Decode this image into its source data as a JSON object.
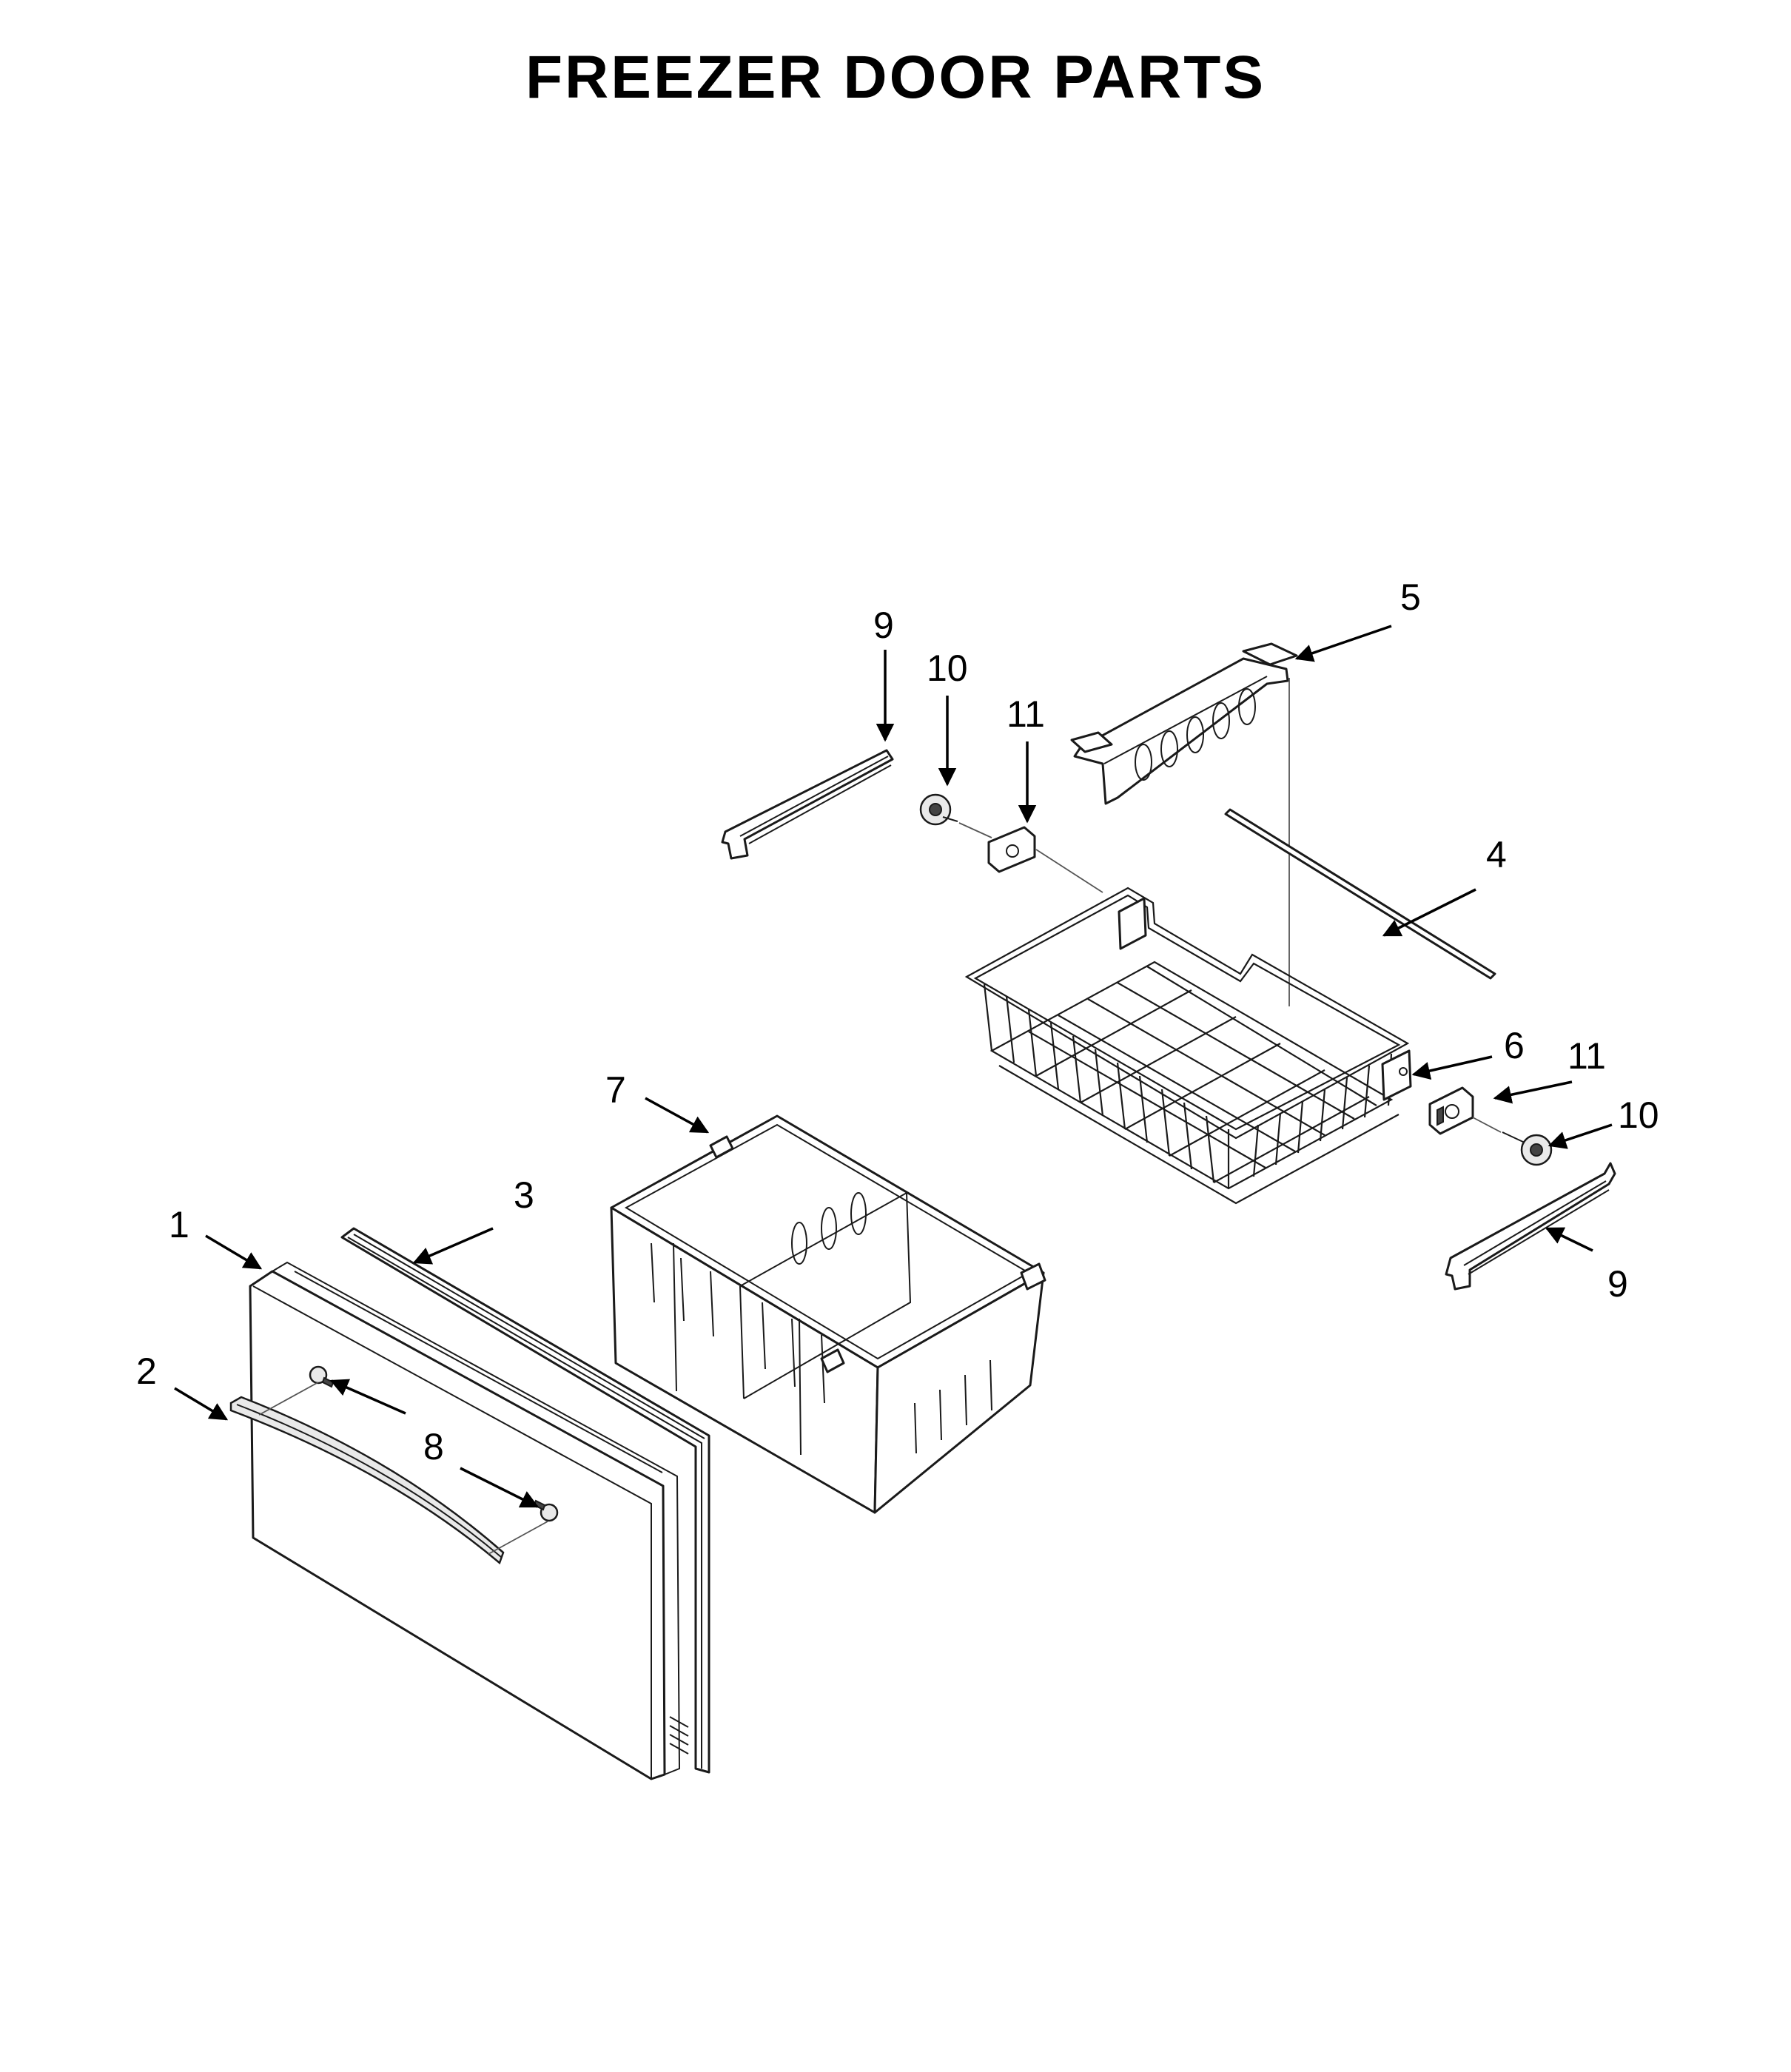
{
  "title": "FREEZER DOOR PARTS",
  "callouts": [
    {
      "id": "c1",
      "label": "1"
    },
    {
      "id": "c2",
      "label": "2"
    },
    {
      "id": "c3",
      "label": "3"
    },
    {
      "id": "c4",
      "label": "4"
    },
    {
      "id": "c5",
      "label": "5"
    },
    {
      "id": "c6",
      "label": "6"
    },
    {
      "id": "c7",
      "label": "7"
    },
    {
      "id": "c8",
      "label": "8"
    },
    {
      "id": "c9a",
      "label": "9"
    },
    {
      "id": "c9b",
      "label": "9"
    },
    {
      "id": "c10a",
      "label": "10"
    },
    {
      "id": "c10b",
      "label": "10"
    },
    {
      "id": "c11a",
      "label": "11"
    },
    {
      "id": "c11b",
      "label": "11"
    }
  ]
}
